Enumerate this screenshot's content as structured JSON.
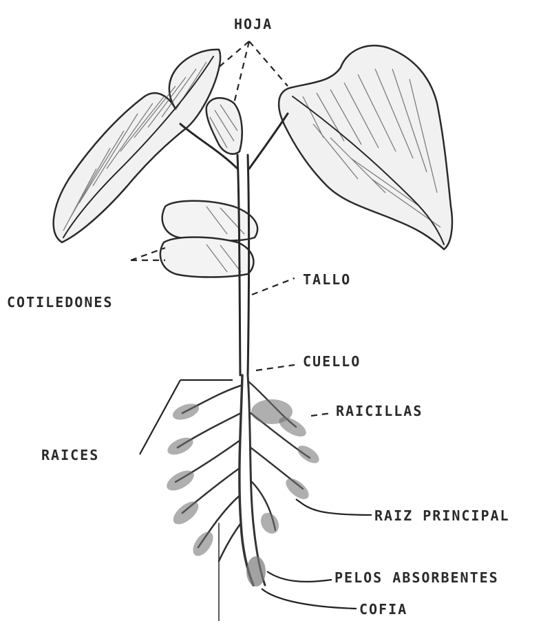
{
  "labels": {
    "hoja": "HOJA",
    "cotiledones": "COTILEDONES",
    "tallo": "TALLO",
    "cuello": "CUELLO",
    "raicillas": "RAICILLAS",
    "raices": "RAICES",
    "raiz_principal": "RAIZ PRINCIPAL",
    "pelos_absorbentes": "PELOS ABSORBENTES",
    "cofia": "COFIA"
  }
}
